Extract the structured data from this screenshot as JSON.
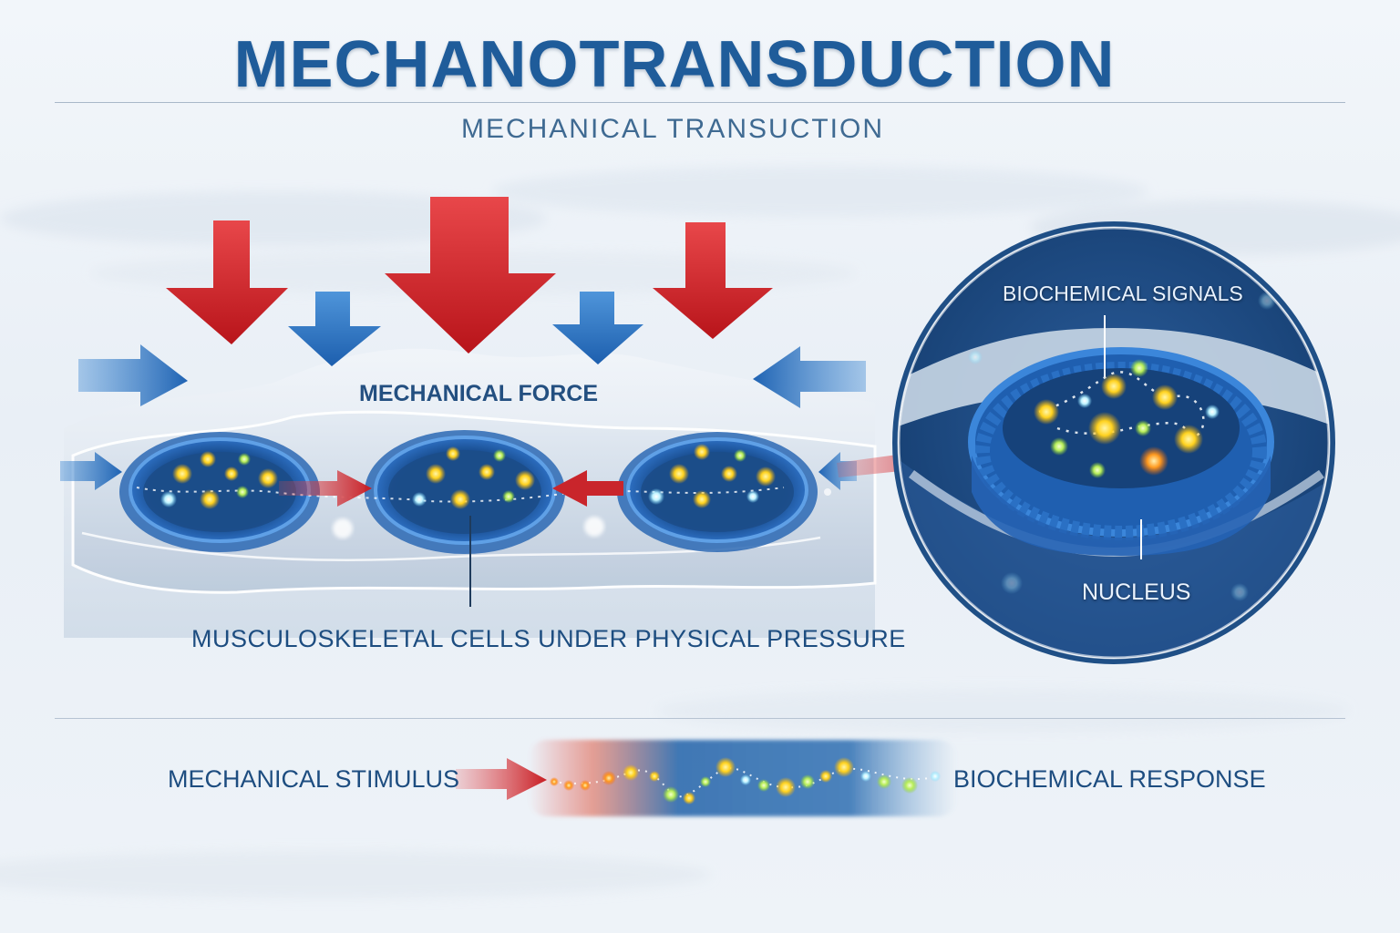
{
  "title": "MECHANOTRANSDUCTION",
  "subtitle": "MECHANICAL TRANSUCTION",
  "labels": {
    "mechanical_force": "MECHANICAL FORCE",
    "cells_caption": "MUSCULOSKELETAL CELLS UNDER PHYSICAL PRESSURE",
    "biochemical_signals": "BIOCHEMICAL SIGNALS",
    "nucleus": "NUCLEUS",
    "mechanical_stimulus": "MECHANICAL STIMULUS",
    "biochemical_response": "BIOCHEMICAL RESPONSE"
  },
  "colors": {
    "title": "#1f5c9a",
    "force_arrow_red": "#d7242a",
    "pressure_arrow_blue": "#2a72c0",
    "cell_blue": "#1f5fae",
    "signal_yellow": "#ffd21f",
    "signal_green": "#c6f56a"
  },
  "icons": {
    "force_arrow": "red-down-arrow",
    "pressure_arrow": "blue-arrow",
    "cell": "cell-nucleus",
    "signal": "glowing-signal-dot"
  }
}
